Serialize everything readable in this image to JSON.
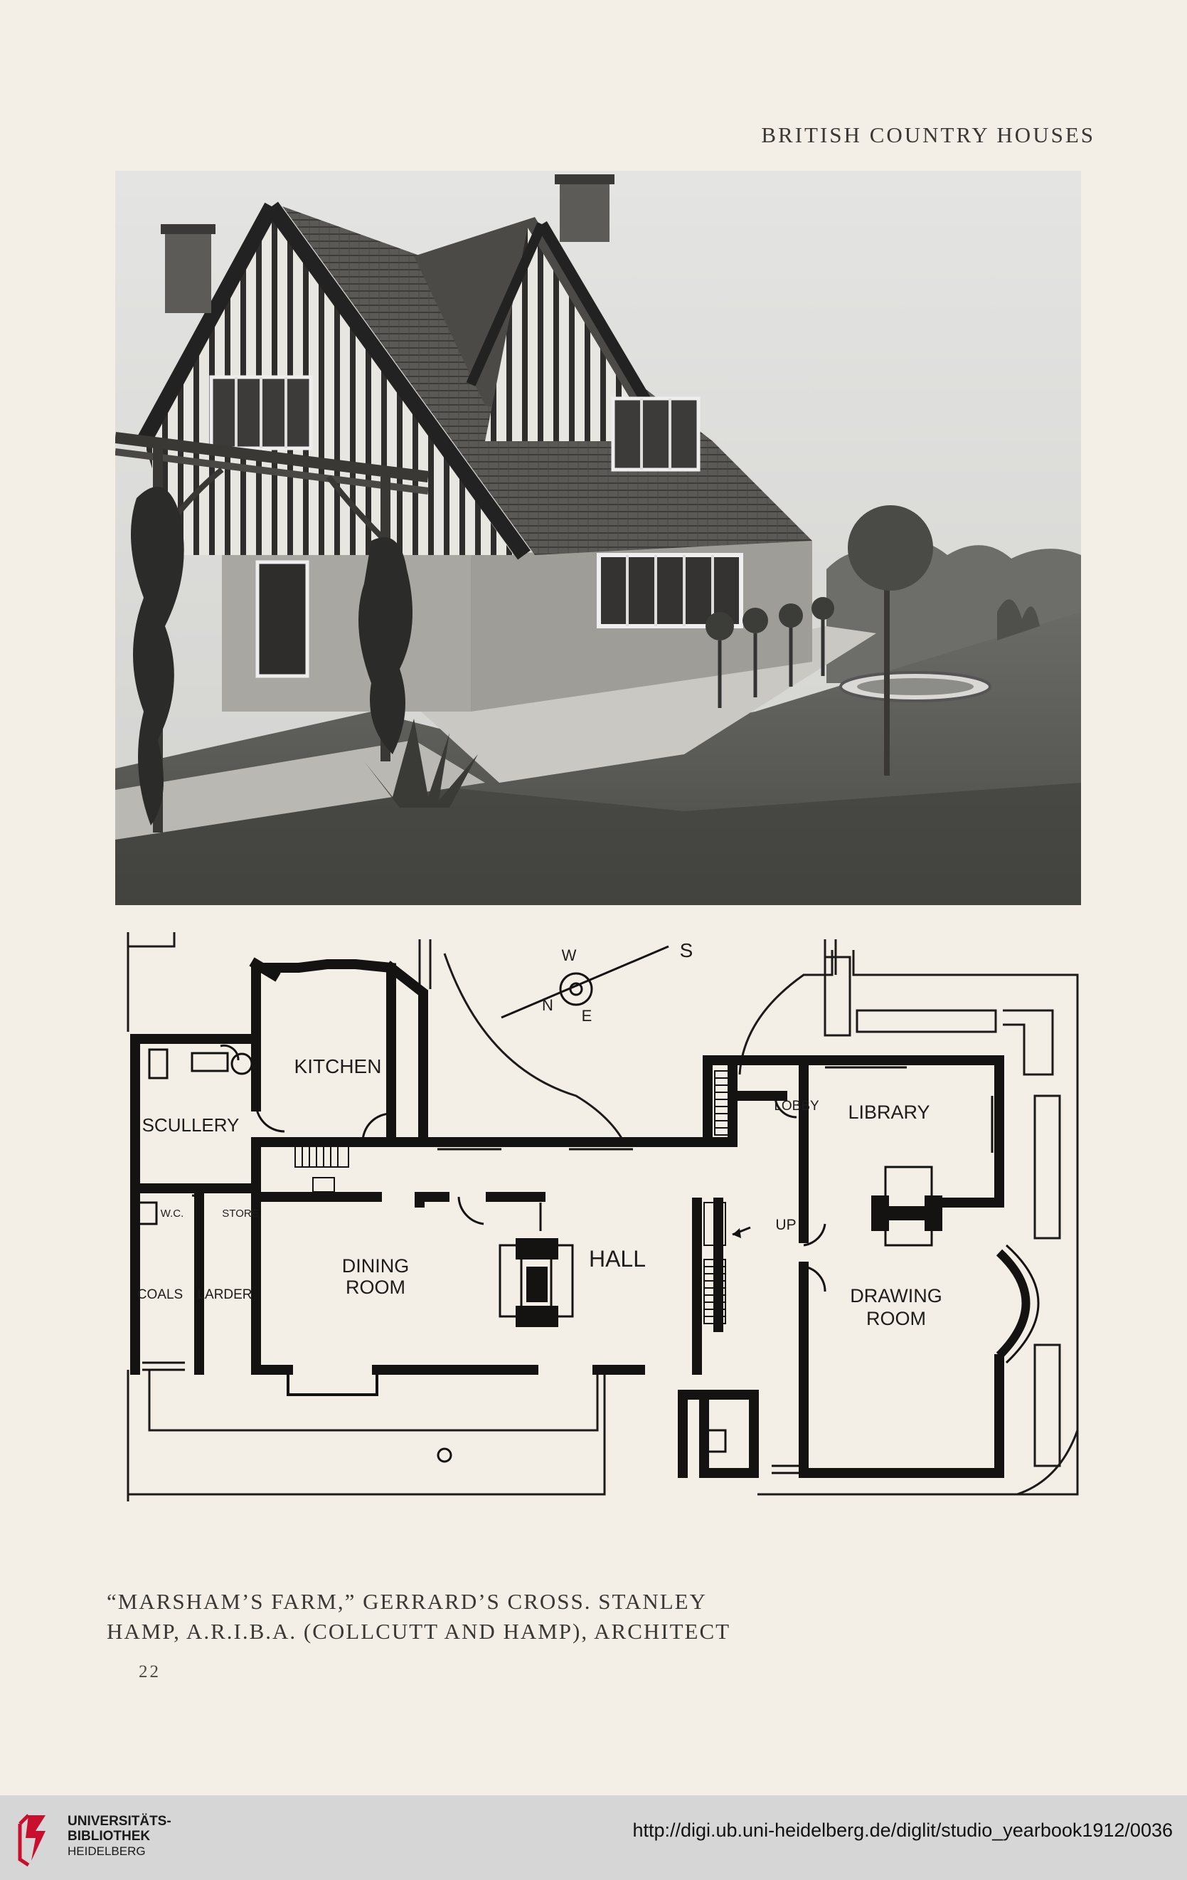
{
  "header": {
    "running_title": "BRITISH COUNTRY HOUSES"
  },
  "photo": {
    "subject": "house-exterior-with-pergola-and-garden"
  },
  "plan": {
    "rooms": {
      "kitchen": "KITCHEN",
      "scullery": "SCULLERY",
      "wc": "W.C.",
      "store": "STORE",
      "coals": "COALS",
      "larder": "LARDER",
      "dining": [
        "DINING",
        "ROOM"
      ],
      "hall": "HALL",
      "lobby": "LOBBY",
      "library": "LIBRARY",
      "up": "UP",
      "drawing": [
        "DRAWING",
        "ROOM"
      ]
    },
    "compass": {
      "south": "S",
      "north": "N",
      "west": "W",
      "east": "E"
    }
  },
  "caption": {
    "line1": "“MARSHAM’S FARM,” GERRARD’S CROSS.  STANLEY",
    "line2": "HAMP, A.R.I.B.A. (COLLCUTT AND HAMP), ARCHITECT"
  },
  "page_number": "22",
  "footer": {
    "library_line1": "UNIVERSITÄTS-",
    "library_line2": "BIBLIOTHEK",
    "library_line3": "HEIDELBERG",
    "url": "http://digi.ub.uni-heidelberg.de/diglit/studio_yearbook1912/0036",
    "brand_color": "#c8102e"
  }
}
